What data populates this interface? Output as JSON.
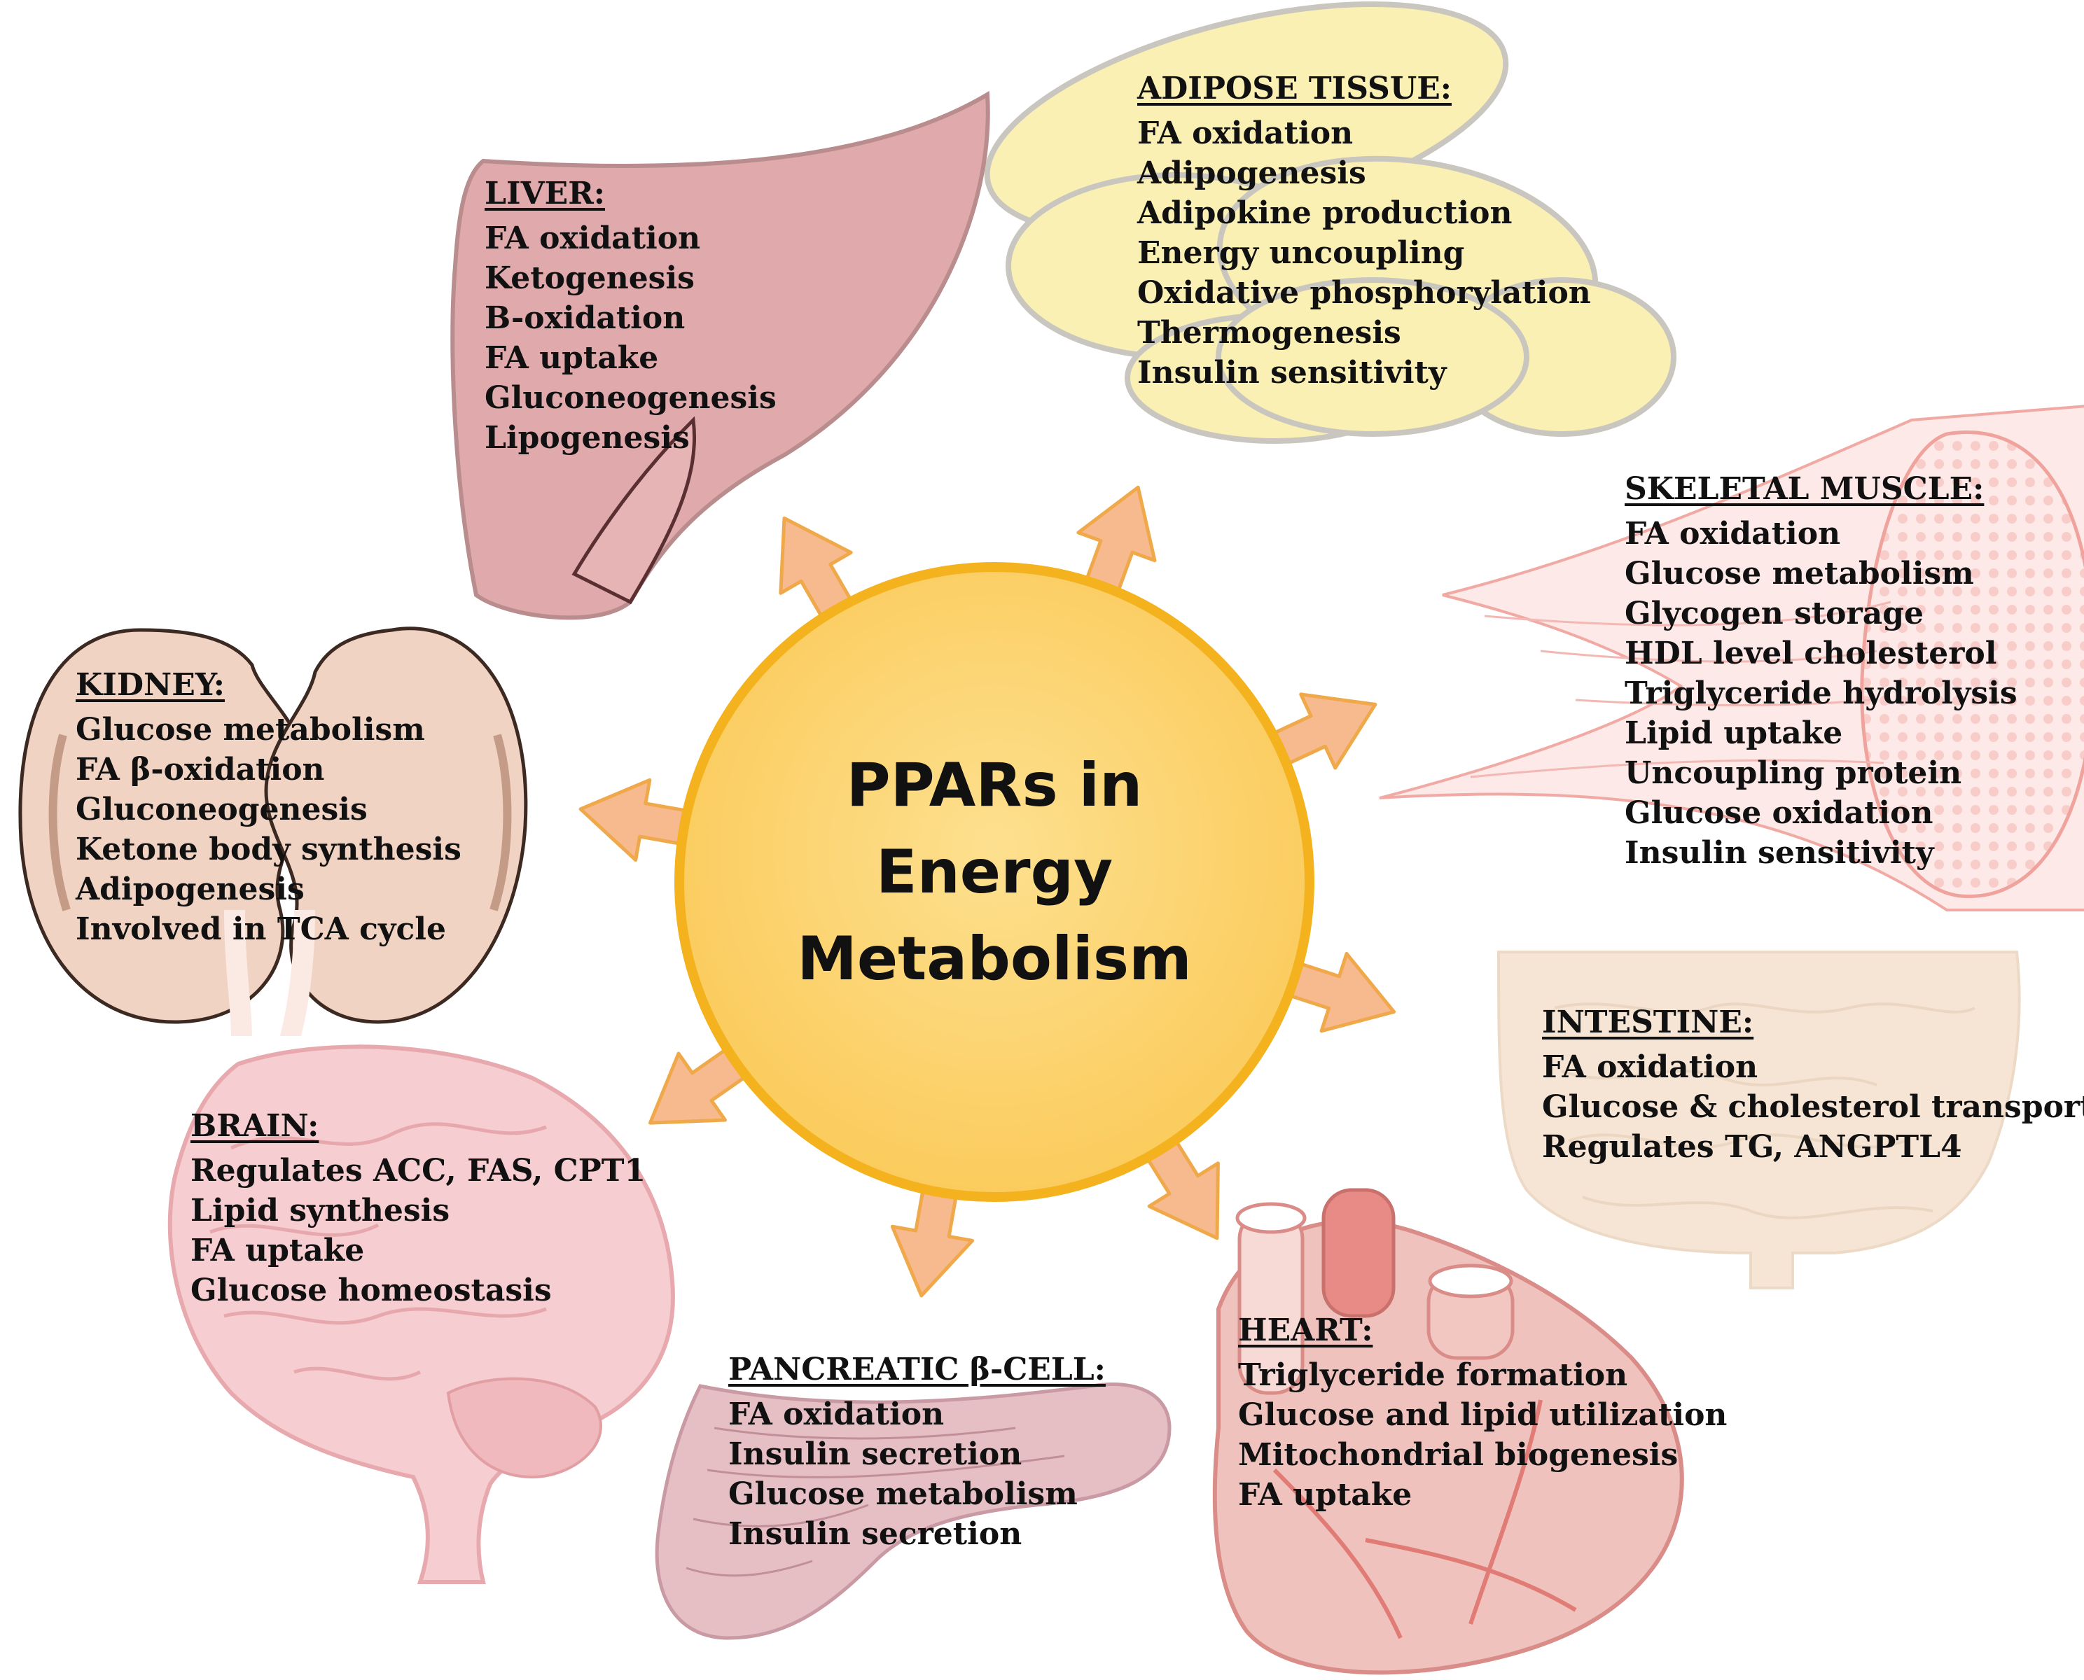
{
  "center": {
    "lines": [
      "PPARs in",
      "Energy",
      "Metabolism"
    ]
  },
  "colors": {
    "hub_fill": "#fbcb5c",
    "hub_stroke": "#f3b21e",
    "arrow_fill": "#f7b98e",
    "arrow_stroke": "#f0a94a",
    "liver": "#e0a9ac",
    "adipose": "#fbf0b4",
    "kidney": "#f1d3c3",
    "brain": "#f6cdd0",
    "muscle": "#f7c4c0",
    "heart": "#efc2bd",
    "intestine": "#f6e4d2",
    "pancreas": "#e6bfc5"
  },
  "organs": {
    "liver": {
      "title": "LIVER:",
      "items": [
        "FA oxidation",
        "Ketogenesis",
        "B-oxidation",
        "FA uptake",
        "Gluconeogenesis",
        "Lipogenesis"
      ]
    },
    "adipose": {
      "title": "ADIPOSE TISSUE:",
      "items": [
        "FA oxidation",
        "Adipogenesis",
        "Adipokine production",
        "Energy uncoupling",
        "Oxidative phosphorylation",
        "Thermogenesis",
        "Insulin sensitivity"
      ]
    },
    "muscle": {
      "title": "SKELETAL MUSCLE:",
      "items": [
        "FA oxidation",
        "Glucose metabolism",
        "Glycogen storage",
        "HDL level cholesterol",
        "Triglyceride hydrolysis",
        "Lipid uptake",
        "Uncoupling protein",
        "Glucose oxidation",
        "Insulin sensitivity"
      ]
    },
    "kidney": {
      "title": "KIDNEY:",
      "items": [
        "Glucose metabolism",
        "FA β-oxidation",
        "Gluconeogenesis",
        "Ketone body synthesis",
        "Adipogenesis",
        "Involved in TCA cycle"
      ]
    },
    "intestine": {
      "title": "INTESTINE:",
      "items": [
        "FA oxidation",
        "Glucose & cholesterol transport",
        "Regulates TG, ANGPTL4"
      ]
    },
    "brain": {
      "title": "BRAIN:",
      "items": [
        "Regulates ACC, FAS, CPT1",
        "Lipid synthesis",
        "FA uptake",
        "Glucose homeostasis"
      ]
    },
    "pancreas": {
      "title": "PANCREATIC β-CELL:",
      "items": [
        "FA oxidation",
        "Insulin secretion",
        "Glucose metabolism",
        "Insulin secretion"
      ]
    },
    "heart": {
      "title": "HEART:",
      "items": [
        "Triglyceride formation",
        "Glucose and lipid utilization",
        "Mitochondrial biogenesis",
        "FA uptake"
      ]
    }
  }
}
